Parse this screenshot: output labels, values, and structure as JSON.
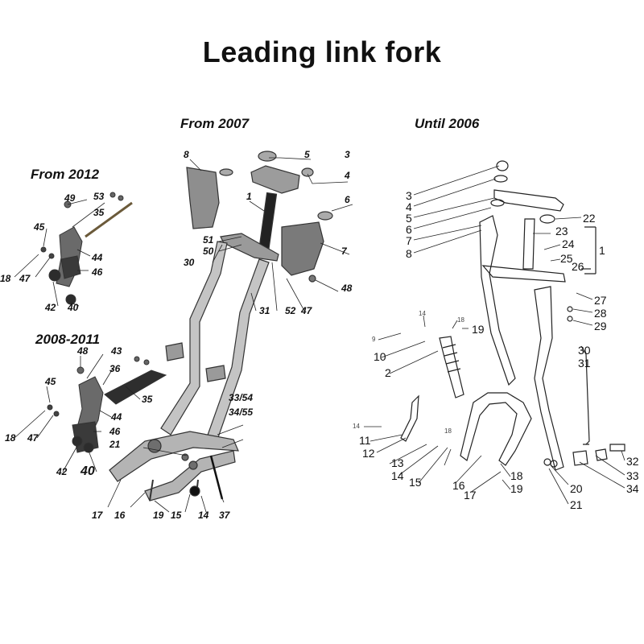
{
  "title": "Leading link fork",
  "sections": {
    "from_2007": "From 2007",
    "until_2006": "Until 2006",
    "from_2012": "From 2012",
    "years_2008_2011": "2008-2011"
  },
  "labels": {
    "new": [
      "8",
      "5",
      "3",
      "4",
      "1",
      "6",
      "51",
      "50",
      "30",
      "7",
      "52",
      "47",
      "48",
      "31",
      "33/54",
      "34/55",
      "21",
      "17",
      "16",
      "19",
      "15",
      "14",
      "37"
    ],
    "from2012": [
      "49",
      "53",
      "35",
      "45",
      "44",
      "18",
      "47",
      "46",
      "42",
      "40"
    ],
    "y2008_2011": [
      "48",
      "43",
      "36",
      "45",
      "35",
      "44",
      "18",
      "47",
      "46",
      "42",
      "40"
    ],
    "old": [
      "3",
      "4",
      "5",
      "6",
      "7",
      "8",
      "22",
      "23",
      "24",
      "1",
      "25",
      "26",
      "27",
      "28",
      "29",
      "14",
      "18",
      "9",
      "19",
      "10",
      "2",
      "30",
      "31",
      "14",
      "11",
      "12",
      "18",
      "13",
      "14",
      "15",
      "16",
      "17",
      "18",
      "19",
      "20",
      "21",
      "32",
      "33",
      "34"
    ]
  }
}
